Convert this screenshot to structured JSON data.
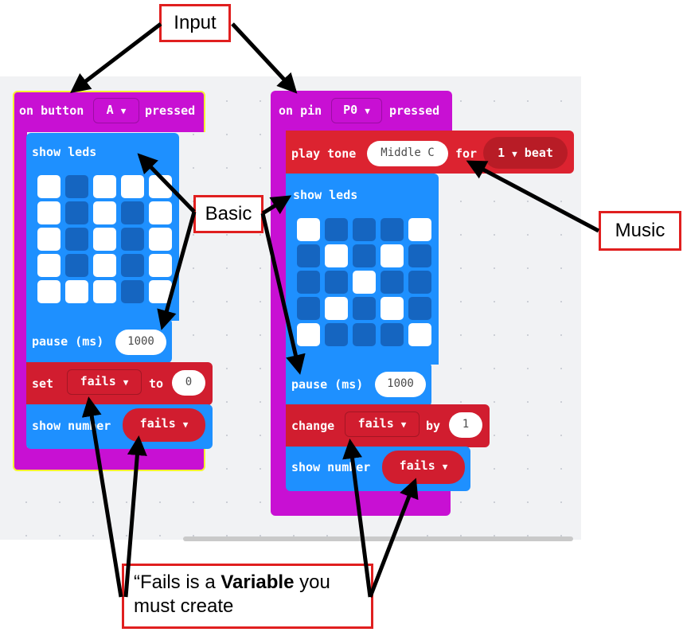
{
  "script1": {
    "event": {
      "prefix": "on button",
      "value": "A",
      "suffix": "pressed"
    },
    "show_leds": {
      "label": "show leds",
      "grid": [
        [
          1,
          0,
          1,
          1,
          1
        ],
        [
          1,
          0,
          1,
          0,
          1
        ],
        [
          1,
          0,
          1,
          0,
          1
        ],
        [
          1,
          0,
          1,
          0,
          1
        ],
        [
          1,
          1,
          1,
          0,
          1
        ]
      ]
    },
    "pause": {
      "label": "pause (ms)",
      "value": "1000"
    },
    "set_var": {
      "prefix": "set",
      "var": "fails",
      "middle": "to",
      "value": "0"
    },
    "show_number": {
      "label": "show number",
      "var": "fails"
    }
  },
  "script2": {
    "event": {
      "prefix": "on pin",
      "value": "P0",
      "suffix": "pressed"
    },
    "play_tone": {
      "prefix": "play tone",
      "note": "Middle C",
      "middle": "for",
      "beats": "1",
      "suffix": "beat"
    },
    "show_leds": {
      "label": "show leds",
      "grid": [
        [
          1,
          0,
          0,
          0,
          1
        ],
        [
          0,
          1,
          0,
          1,
          0
        ],
        [
          0,
          0,
          1,
          0,
          0
        ],
        [
          0,
          1,
          0,
          1,
          0
        ],
        [
          1,
          0,
          0,
          0,
          1
        ]
      ]
    },
    "pause": {
      "label": "pause (ms)",
      "value": "1000"
    },
    "change_var": {
      "prefix": "change",
      "var": "fails",
      "middle": "by",
      "value": "1"
    },
    "show_number": {
      "label": "show number",
      "var": "fails"
    }
  },
  "dropdown_arrow": "▼",
  "callouts": {
    "input": "Input",
    "basic": "Basic",
    "music": "Music",
    "variable": {
      "part1": "“Fails is a ",
      "bold": "Variable",
      "part2": " you",
      "line2": "must create"
    }
  },
  "colors": {
    "event": "#c810d3",
    "basic": "#1e90ff",
    "music": "#dc2330",
    "variables": "#d11d2f",
    "callout_border": "#e01f1f"
  }
}
